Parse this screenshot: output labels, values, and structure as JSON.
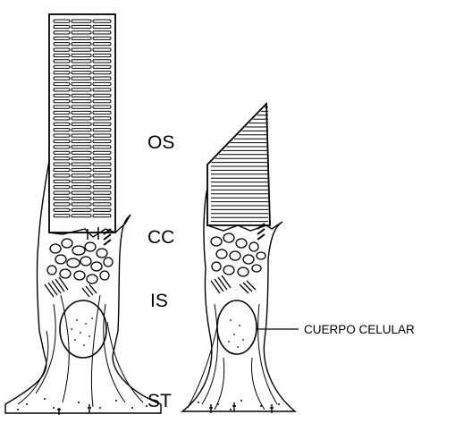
{
  "labels": {
    "os": "OS",
    "cc": "CC",
    "is": "IS",
    "st": "ST",
    "cuerpo_celular": "CUERPO CELULAR"
  },
  "colors": {
    "ink": "#000000",
    "background": "#ffffff"
  }
}
